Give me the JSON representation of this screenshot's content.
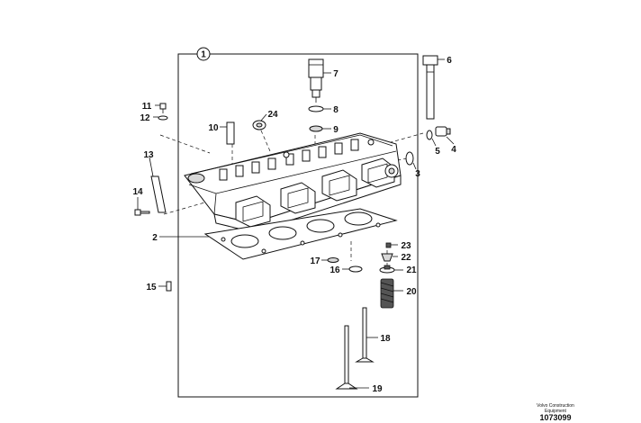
{
  "group_number": "1",
  "callouts": [
    "2",
    "3",
    "4",
    "5",
    "6",
    "7",
    "8",
    "9",
    "10",
    "11",
    "12",
    "13",
    "14",
    "15",
    "16",
    "17",
    "18",
    "19",
    "20",
    "21",
    "22",
    "23",
    "24"
  ],
  "footer": {
    "credit_line1": "Volvo Construction",
    "credit_line2": "Equipment",
    "document_number": "1073099"
  }
}
